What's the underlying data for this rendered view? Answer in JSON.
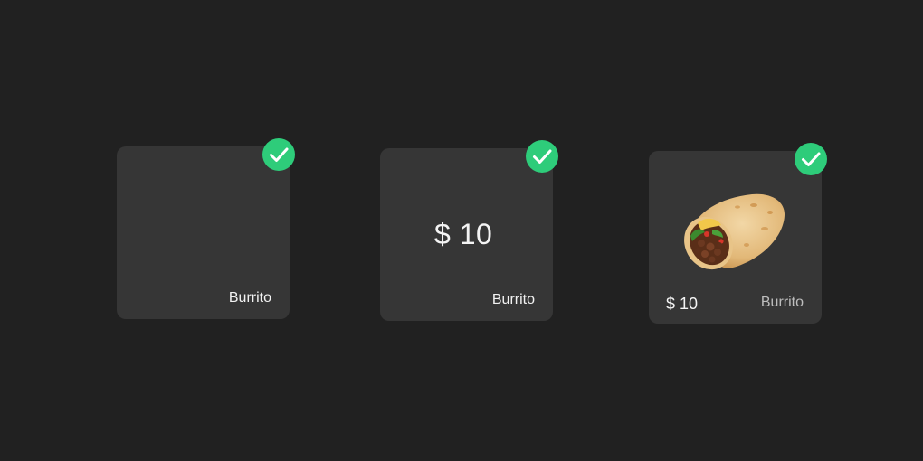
{
  "colors": {
    "background": "#212121",
    "card": "#363636",
    "check_accent": "#2ecc7a"
  },
  "cards": [
    {
      "state": "selected",
      "icon": "check-icon",
      "name": "Burrito"
    },
    {
      "state": "selected",
      "icon": "check-icon",
      "price": "$ 10",
      "name": "Burrito"
    },
    {
      "state": "selected",
      "icon": "check-icon",
      "image": "burrito-image",
      "price": "$ 10",
      "name": "Burrito"
    }
  ]
}
